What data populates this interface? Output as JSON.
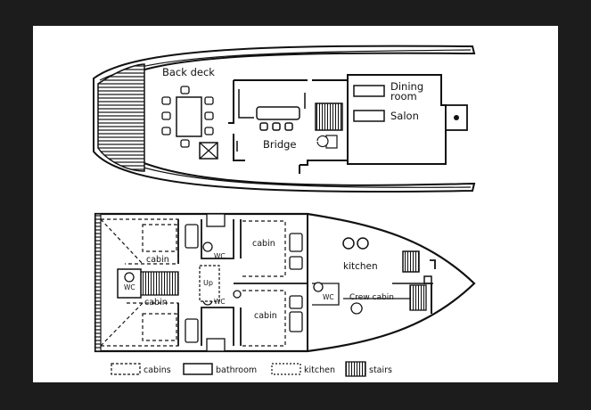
{
  "upper_deck": {
    "back_deck": "Back deck",
    "dining_room_line1": "Dining",
    "dining_room_line2": "room",
    "salon": "Salon",
    "bridge": "Bridge"
  },
  "lower_deck": {
    "cabin_top_left": "cabin",
    "cabin_bottom_left": "cabin",
    "cabin_top_mid": "cabin",
    "cabin_bottom_mid": "cabin",
    "kitchen": "kitchen",
    "crew_cabin": "Crew cabin",
    "wc_left": "WC",
    "wc_top": "WC",
    "wc_bottom": "WC",
    "wc_crew": "WC",
    "up": "Up"
  },
  "legend": {
    "items": [
      {
        "label": "cabins"
      },
      {
        "label": "bathroom"
      },
      {
        "label": "kitchen"
      },
      {
        "label": "stairs"
      }
    ]
  },
  "colors": {
    "frame": "#1c1c1c",
    "paper": "#ffffff",
    "ink": "#111111"
  }
}
